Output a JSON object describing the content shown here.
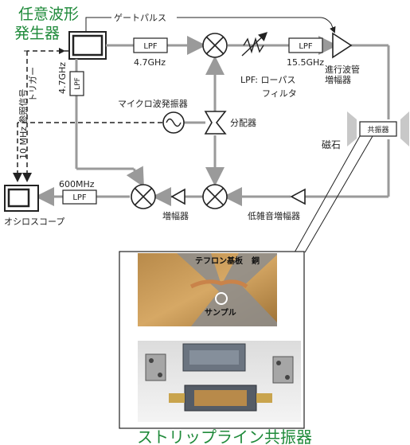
{
  "title": {
    "line1": "任意波形",
    "line2": "発生器"
  },
  "labels": {
    "gate_pulse": "ゲートパルス",
    "lpf": "LPF",
    "freq_47": "4.7GHz",
    "freq_155": "15.5GHz",
    "freq_600": "600MHz",
    "lpf_legend_1": "LPF: ローパス",
    "lpf_legend_2": "フィルタ",
    "twt_1": "進行波管",
    "twt_2": "増幅器",
    "microwave": "マイクロ波発振器",
    "divider": "分配器",
    "magnet": "磁石",
    "resonator": "共振器",
    "ref_signal": "10 MHz 参照信号",
    "trigger": "トリガー",
    "oscilloscope": "オシロスコープ",
    "amplifier": "増幅器",
    "lna": "低雑音増幅器",
    "teflon": "テフロン基板",
    "copper": "銅",
    "sample": "サンプル",
    "stripline": "ストリップライン共振器"
  },
  "colors": {
    "title": "#1f8a3a",
    "signal": "#9a9a9a",
    "dashed": "#222222",
    "magnet": "#c8c8c8"
  }
}
